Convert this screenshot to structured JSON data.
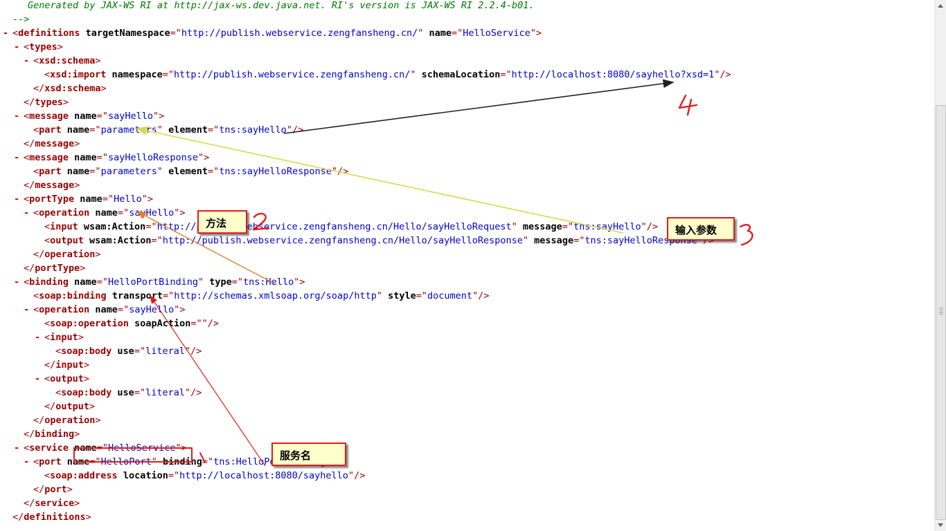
{
  "xml_lines": [
    {
      "toggle": "",
      "parts": [
        {
          "c": "c",
          "t": "Generated by JAX-WS RI at http://jax-ws.dev.java.net. RI's version is JAX-WS RI 2.2.4-b01."
        }
      ]
    },
    {
      "toggle": "",
      "parts": [
        {
          "c": "c",
          "t": "-->"
        }
      ]
    },
    {
      "toggle": "-",
      "parts": [
        {
          "c": "b",
          "t": "<"
        },
        {
          "c": "t",
          "t": "definitions"
        },
        {
          "c": "a",
          "t": " targetNamespace"
        },
        {
          "c": "b",
          "t": "=\""
        },
        {
          "c": "v",
          "t": "http://publish.webservice.zengfansheng.cn/"
        },
        {
          "c": "b",
          "t": "\""
        },
        {
          "c": "a",
          "t": " name"
        },
        {
          "c": "b",
          "t": "=\""
        },
        {
          "c": "v",
          "t": "HelloService"
        },
        {
          "c": "b",
          "t": "\">"
        }
      ]
    },
    {
      "toggle": "-",
      "parts": [
        {
          "c": "b",
          "t": "<"
        },
        {
          "c": "t",
          "t": "types"
        },
        {
          "c": "b",
          "t": ">"
        }
      ]
    },
    {
      "toggle": "-",
      "parts": [
        {
          "c": "b",
          "t": "<"
        },
        {
          "c": "t",
          "t": "xsd:schema"
        },
        {
          "c": "b",
          "t": ">"
        }
      ]
    },
    {
      "toggle": "",
      "parts": [
        {
          "c": "b",
          "t": "<"
        },
        {
          "c": "t",
          "t": "xsd:import"
        },
        {
          "c": "a",
          "t": " namespace"
        },
        {
          "c": "b",
          "t": "=\""
        },
        {
          "c": "v",
          "t": "http://publish.webservice.zengfansheng.cn/"
        },
        {
          "c": "b",
          "t": "\""
        },
        {
          "c": "a",
          "t": " schemaLocation"
        },
        {
          "c": "b",
          "t": "=\""
        },
        {
          "c": "v",
          "t": "http://localhost:8080/sayhello?xsd=1"
        },
        {
          "c": "b",
          "t": "\"/>"
        }
      ]
    },
    {
      "toggle": "",
      "parts": [
        {
          "c": "b",
          "t": "</"
        },
        {
          "c": "t",
          "t": "xsd:schema"
        },
        {
          "c": "b",
          "t": ">"
        }
      ]
    },
    {
      "toggle": "",
      "parts": [
        {
          "c": "b",
          "t": "</"
        },
        {
          "c": "t",
          "t": "types"
        },
        {
          "c": "b",
          "t": ">"
        }
      ]
    },
    {
      "toggle": "-",
      "parts": [
        {
          "c": "b",
          "t": "<"
        },
        {
          "c": "t",
          "t": "message"
        },
        {
          "c": "a",
          "t": " name"
        },
        {
          "c": "b",
          "t": "=\""
        },
        {
          "c": "v",
          "t": "sayHello"
        },
        {
          "c": "b",
          "t": "\">"
        }
      ]
    },
    {
      "toggle": "",
      "parts": [
        {
          "c": "b",
          "t": "<"
        },
        {
          "c": "t",
          "t": "part"
        },
        {
          "c": "a",
          "t": " name"
        },
        {
          "c": "b",
          "t": "=\""
        },
        {
          "c": "v",
          "t": "parameters"
        },
        {
          "c": "b",
          "t": "\""
        },
        {
          "c": "a",
          "t": " element"
        },
        {
          "c": "b",
          "t": "=\""
        },
        {
          "c": "v",
          "t": "tns:sayHello"
        },
        {
          "c": "b",
          "t": "\"/>"
        }
      ]
    },
    {
      "toggle": "",
      "parts": [
        {
          "c": "b",
          "t": "</"
        },
        {
          "c": "t",
          "t": "message"
        },
        {
          "c": "b",
          "t": ">"
        }
      ]
    },
    {
      "toggle": "-",
      "parts": [
        {
          "c": "b",
          "t": "<"
        },
        {
          "c": "t",
          "t": "message"
        },
        {
          "c": "a",
          "t": " name"
        },
        {
          "c": "b",
          "t": "=\""
        },
        {
          "c": "v",
          "t": "sayHelloResponse"
        },
        {
          "c": "b",
          "t": "\">"
        }
      ]
    },
    {
      "toggle": "",
      "parts": [
        {
          "c": "b",
          "t": "<"
        },
        {
          "c": "t",
          "t": "part"
        },
        {
          "c": "a",
          "t": " name"
        },
        {
          "c": "b",
          "t": "=\""
        },
        {
          "c": "v",
          "t": "parameters"
        },
        {
          "c": "b",
          "t": "\""
        },
        {
          "c": "a",
          "t": " element"
        },
        {
          "c": "b",
          "t": "=\""
        },
        {
          "c": "v",
          "t": "tns:sayHelloResponse"
        },
        {
          "c": "b",
          "t": "\"/>"
        }
      ]
    },
    {
      "toggle": "",
      "parts": [
        {
          "c": "b",
          "t": "</"
        },
        {
          "c": "t",
          "t": "message"
        },
        {
          "c": "b",
          "t": ">"
        }
      ]
    },
    {
      "toggle": "-",
      "parts": [
        {
          "c": "b",
          "t": "<"
        },
        {
          "c": "t",
          "t": "portType"
        },
        {
          "c": "a",
          "t": " name"
        },
        {
          "c": "b",
          "t": "=\""
        },
        {
          "c": "v",
          "t": "Hello"
        },
        {
          "c": "b",
          "t": "\">"
        }
      ]
    },
    {
      "toggle": "-",
      "parts": [
        {
          "c": "b",
          "t": "<"
        },
        {
          "c": "t",
          "t": "operation"
        },
        {
          "c": "a",
          "t": " name"
        },
        {
          "c": "b",
          "t": "=\""
        },
        {
          "c": "v",
          "t": "sayHello"
        },
        {
          "c": "b",
          "t": "\">"
        }
      ]
    },
    {
      "toggle": "",
      "parts": [
        {
          "c": "b",
          "t": "<"
        },
        {
          "c": "t",
          "t": "input"
        },
        {
          "c": "a",
          "t": " wsam:Action"
        },
        {
          "c": "b",
          "t": "=\""
        },
        {
          "c": "v",
          "t": "http://publish.webservice.zengfansheng.cn/Hello/sayHelloRequest"
        },
        {
          "c": "b",
          "t": "\""
        },
        {
          "c": "a",
          "t": " message"
        },
        {
          "c": "b",
          "t": "=\""
        },
        {
          "c": "v",
          "t": "tns:sayHello"
        },
        {
          "c": "b",
          "t": "\"/>"
        }
      ]
    },
    {
      "toggle": "",
      "parts": [
        {
          "c": "b",
          "t": "<"
        },
        {
          "c": "t",
          "t": "output"
        },
        {
          "c": "a",
          "t": " wsam:Action"
        },
        {
          "c": "b",
          "t": "=\""
        },
        {
          "c": "v",
          "t": "http://publish.webservice.zengfansheng.cn/Hello/sayHelloResponse"
        },
        {
          "c": "b",
          "t": "\""
        },
        {
          "c": "a",
          "t": " message"
        },
        {
          "c": "b",
          "t": "=\""
        },
        {
          "c": "v",
          "t": "tns:sayHelloResponse"
        },
        {
          "c": "b",
          "t": "\"/>"
        }
      ]
    },
    {
      "toggle": "",
      "parts": [
        {
          "c": "b",
          "t": "</"
        },
        {
          "c": "t",
          "t": "operation"
        },
        {
          "c": "b",
          "t": ">"
        }
      ]
    },
    {
      "toggle": "",
      "parts": [
        {
          "c": "b",
          "t": "</"
        },
        {
          "c": "t",
          "t": "portType"
        },
        {
          "c": "b",
          "t": ">"
        }
      ]
    },
    {
      "toggle": "-",
      "parts": [
        {
          "c": "b",
          "t": "<"
        },
        {
          "c": "t",
          "t": "binding"
        },
        {
          "c": "a",
          "t": " name"
        },
        {
          "c": "b",
          "t": "=\""
        },
        {
          "c": "v",
          "t": "HelloPortBinding"
        },
        {
          "c": "b",
          "t": "\""
        },
        {
          "c": "a",
          "t": " type"
        },
        {
          "c": "b",
          "t": "=\""
        },
        {
          "c": "v",
          "t": "tns:Hello"
        },
        {
          "c": "b",
          "t": "\">"
        }
      ]
    },
    {
      "toggle": "",
      "parts": [
        {
          "c": "b",
          "t": "<"
        },
        {
          "c": "t",
          "t": "soap:binding"
        },
        {
          "c": "a",
          "t": " transport"
        },
        {
          "c": "b",
          "t": "=\""
        },
        {
          "c": "v",
          "t": "http://schemas.xmlsoap.org/soap/http"
        },
        {
          "c": "b",
          "t": "\""
        },
        {
          "c": "a",
          "t": " style"
        },
        {
          "c": "b",
          "t": "=\""
        },
        {
          "c": "v",
          "t": "document"
        },
        {
          "c": "b",
          "t": "\"/>"
        }
      ]
    },
    {
      "toggle": "-",
      "parts": [
        {
          "c": "b",
          "t": "<"
        },
        {
          "c": "t",
          "t": "operation"
        },
        {
          "c": "a",
          "t": " name"
        },
        {
          "c": "b",
          "t": "=\""
        },
        {
          "c": "v",
          "t": "sayHello"
        },
        {
          "c": "b",
          "t": "\">"
        }
      ]
    },
    {
      "toggle": "",
      "parts": [
        {
          "c": "b",
          "t": "<"
        },
        {
          "c": "t",
          "t": "soap:operation"
        },
        {
          "c": "a",
          "t": " soapAction"
        },
        {
          "c": "b",
          "t": "=\"\"/>"
        }
      ]
    },
    {
      "toggle": "-",
      "parts": [
        {
          "c": "b",
          "t": "<"
        },
        {
          "c": "t",
          "t": "input"
        },
        {
          "c": "b",
          "t": ">"
        }
      ]
    },
    {
      "toggle": "",
      "parts": [
        {
          "c": "b",
          "t": "<"
        },
        {
          "c": "t",
          "t": "soap:body"
        },
        {
          "c": "a",
          "t": " use"
        },
        {
          "c": "b",
          "t": "=\""
        },
        {
          "c": "v",
          "t": "literal"
        },
        {
          "c": "b",
          "t": "\"/>"
        }
      ]
    },
    {
      "toggle": "",
      "parts": [
        {
          "c": "b",
          "t": "</"
        },
        {
          "c": "t",
          "t": "input"
        },
        {
          "c": "b",
          "t": ">"
        }
      ]
    },
    {
      "toggle": "-",
      "parts": [
        {
          "c": "b",
          "t": "<"
        },
        {
          "c": "t",
          "t": "output"
        },
        {
          "c": "b",
          "t": ">"
        }
      ]
    },
    {
      "toggle": "",
      "parts": [
        {
          "c": "b",
          "t": "<"
        },
        {
          "c": "t",
          "t": "soap:body"
        },
        {
          "c": "a",
          "t": " use"
        },
        {
          "c": "b",
          "t": "=\""
        },
        {
          "c": "v",
          "t": "literal"
        },
        {
          "c": "b",
          "t": "\"/>"
        }
      ]
    },
    {
      "toggle": "",
      "parts": [
        {
          "c": "b",
          "t": "</"
        },
        {
          "c": "t",
          "t": "output"
        },
        {
          "c": "b",
          "t": ">"
        }
      ]
    },
    {
      "toggle": "",
      "parts": [
        {
          "c": "b",
          "t": "</"
        },
        {
          "c": "t",
          "t": "operation"
        },
        {
          "c": "b",
          "t": ">"
        }
      ]
    },
    {
      "toggle": "",
      "parts": [
        {
          "c": "b",
          "t": "</"
        },
        {
          "c": "t",
          "t": "binding"
        },
        {
          "c": "b",
          "t": ">"
        }
      ]
    },
    {
      "toggle": "-",
      "parts": [
        {
          "c": "b",
          "t": "<"
        },
        {
          "c": "t",
          "t": "service"
        },
        {
          "c": "a",
          "t": " name"
        },
        {
          "c": "b",
          "t": "=\""
        },
        {
          "c": "v",
          "t": "HelloService"
        },
        {
          "c": "b",
          "t": "\">"
        }
      ]
    },
    {
      "toggle": "-",
      "parts": [
        {
          "c": "b",
          "t": "<"
        },
        {
          "c": "t",
          "t": "port"
        },
        {
          "c": "a",
          "t": " name"
        },
        {
          "c": "b",
          "t": "=\""
        },
        {
          "c": "v",
          "t": "HelloPort"
        },
        {
          "c": "b",
          "t": "\""
        },
        {
          "c": "a",
          "t": " binding"
        },
        {
          "c": "b",
          "t": "=\""
        },
        {
          "c": "v",
          "t": "tns:HelloPortBinding"
        },
        {
          "c": "b",
          "t": "\">"
        }
      ]
    },
    {
      "toggle": "",
      "parts": [
        {
          "c": "b",
          "t": "<"
        },
        {
          "c": "t",
          "t": "soap:address"
        },
        {
          "c": "a",
          "t": " location"
        },
        {
          "c": "b",
          "t": "=\""
        },
        {
          "c": "v",
          "t": "http://localhost:8080/sayhello"
        },
        {
          "c": "b",
          "t": "\"/>"
        }
      ]
    },
    {
      "toggle": "",
      "parts": [
        {
          "c": "b",
          "t": "</"
        },
        {
          "c": "t",
          "t": "port"
        },
        {
          "c": "b",
          "t": ">"
        }
      ]
    },
    {
      "toggle": "",
      "parts": [
        {
          "c": "b",
          "t": "</"
        },
        {
          "c": "t",
          "t": "service"
        },
        {
          "c": "b",
          "t": ">"
        }
      ]
    },
    {
      "toggle": "",
      "parts": [
        {
          "c": "b",
          "t": "</"
        },
        {
          "c": "t",
          "t": "definitions"
        },
        {
          "c": "b",
          "t": ">"
        }
      ]
    }
  ],
  "annotations": {
    "method_label": "方法",
    "input_params_label": "输入参数",
    "service_name_label": "服务名",
    "mark_1": "1",
    "mark_2": "2",
    "mark_3": "3",
    "mark_4": "4"
  },
  "colors": {
    "bracket": "#990000",
    "attr_value": "#0000cc",
    "comment": "#007700",
    "toggle": "#cc0000",
    "callout_border": "#e01b1b",
    "callout_fill": "#ffffcc",
    "arrow_black": "#222222",
    "arrow_yellow": "#d8d84a",
    "arrow_orange": "#e08030",
    "arrow_red": "#e01b1b"
  }
}
